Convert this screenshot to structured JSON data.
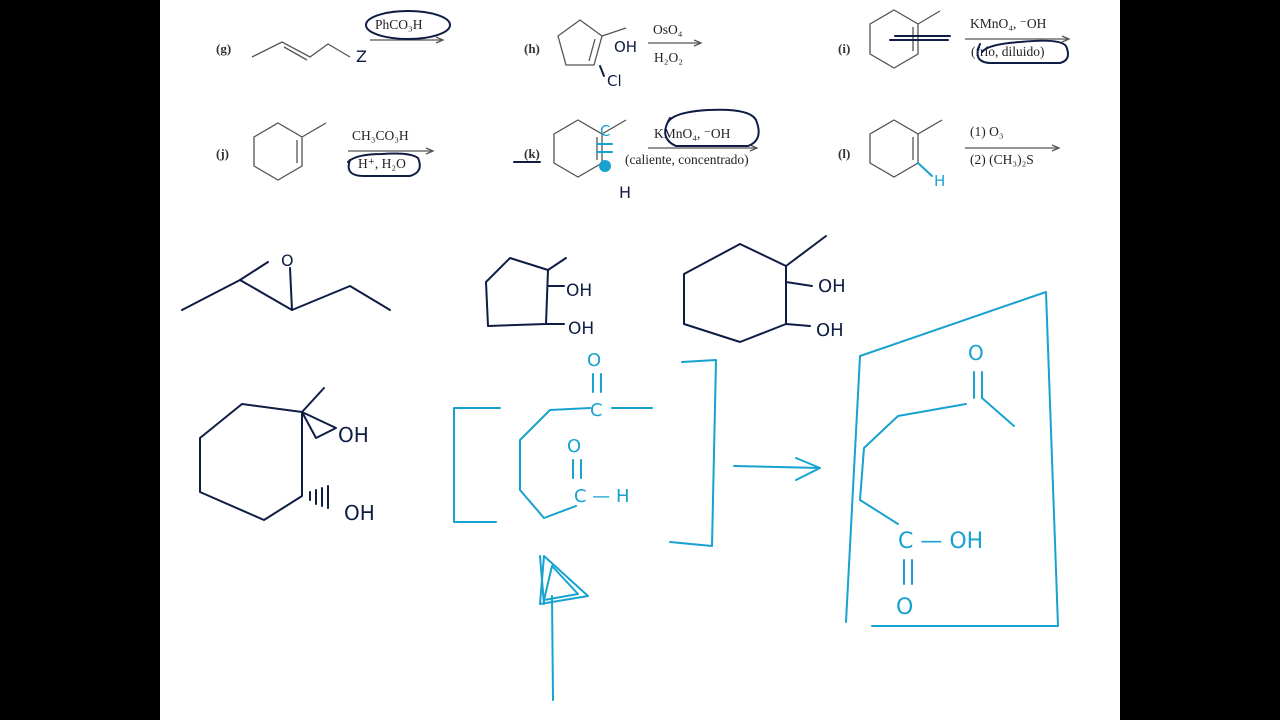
{
  "problems": {
    "g": {
      "label": "(g)",
      "reagent_top": "PhCO₃H",
      "reagent_bottom": "",
      "note": "Z"
    },
    "h": {
      "label": "(h)",
      "reagent_top": "OsO₄",
      "reagent_bottom": "H₂O₂",
      "note_oh": "OH",
      "note_cl": "Cl"
    },
    "i": {
      "label": "(i)",
      "reagent_top": "KMnO₄, ⁻OH",
      "reagent_bottom": "(frío, diluido)"
    },
    "j": {
      "label": "(j)",
      "reagent_top": "CH₃CO₃H",
      "reagent_bottom": "H⁺, H₂O"
    },
    "k": {
      "label": "(k)",
      "reagent_top": "KMnO₄, ⁻OH",
      "reagent_bottom": "(caliente, concentrado)",
      "note_c": "C",
      "note_h": "H"
    },
    "l": {
      "label": "(l)",
      "reagent_top": "(1) O₃",
      "reagent_bottom": "(2) (CH₃)₂S",
      "note_h": "H"
    }
  },
  "answers": {
    "g_epoxide_o": "O",
    "h_oh_top": "OH",
    "h_oh_bottom": "OH",
    "i_oh_top": "OH",
    "i_oh_bottom": "OH",
    "j_oh_top": "OH",
    "j_oh_bottom": "OH",
    "k_o_top": "O",
    "k_c_top": "C",
    "k_o_mid": "O",
    "k_c_h": "C — H",
    "k_final_o": "O",
    "k_final_cooh": "C — OH",
    "k_final_o2": "O"
  },
  "colors": {
    "dark_ink": "#0f1d45",
    "cyan_ink": "#17a2cf",
    "print": "#333333"
  }
}
